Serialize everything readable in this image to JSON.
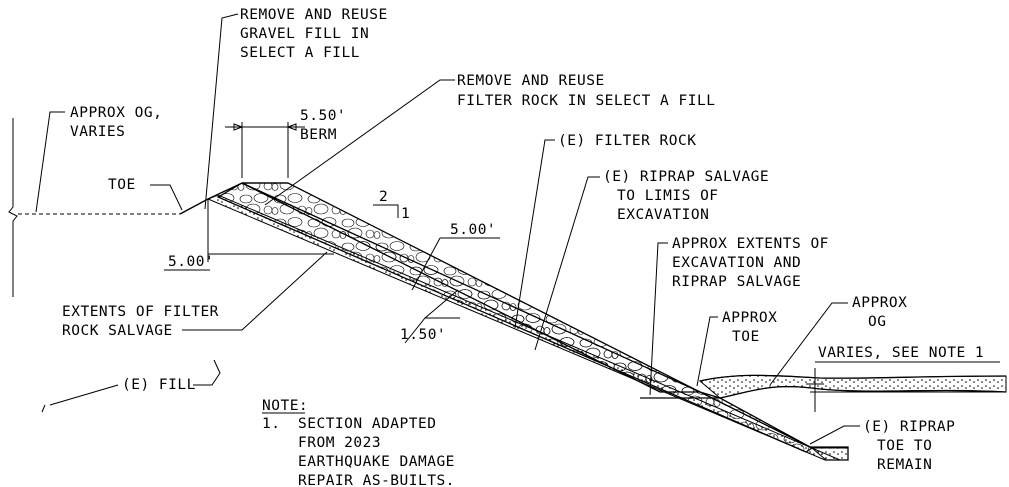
{
  "labels": {
    "gravel_fill": [
      "REMOVE AND REUSE",
      "GRAVEL FILL IN",
      "SELECT A FILL"
    ],
    "filter_rock_reuse": [
      "REMOVE AND REUSE",
      "FILTER ROCK IN SELECT A FILL"
    ],
    "approx_og_left": [
      "APPROX OG,",
      "VARIES"
    ],
    "berm_width": "5.50'",
    "berm": "BERM",
    "toe": "TOE",
    "slope_run": "2",
    "slope_rise": "1",
    "filter_rock": "(E) FILTER ROCK",
    "riprap_salvage": [
      "(E) RIPRAP SALVAGE",
      "TO LIMIS OF",
      "EXCAVATION"
    ],
    "dim_riprap": "5.00'",
    "dim_depth": "5.00'",
    "approx_extents": [
      "APPROX EXTENTS OF",
      "EXCAVATION AND",
      "RIPRAP SALVAGE"
    ],
    "approx_og_right": [
      "APPROX",
      "OG"
    ],
    "approx_toe": [
      "APPROX",
      "TOE"
    ],
    "varies": "VARIES, SEE NOTE 1",
    "extents_filter": [
      "EXTENTS OF FILTER",
      "ROCK SALVAGE"
    ],
    "dim_filter": "1.50'",
    "e_fill": "(E) FILL",
    "riprap_toe": [
      "(E) RIPRAP",
      "TOE TO",
      "REMAIN"
    ],
    "note_heading": "NOTE:",
    "note_number": "1.",
    "note_lines": [
      "SECTION ADAPTED",
      "FROM 2023",
      "EARTHQUAKE DAMAGE",
      "REPAIR AS-BUILTS."
    ]
  }
}
